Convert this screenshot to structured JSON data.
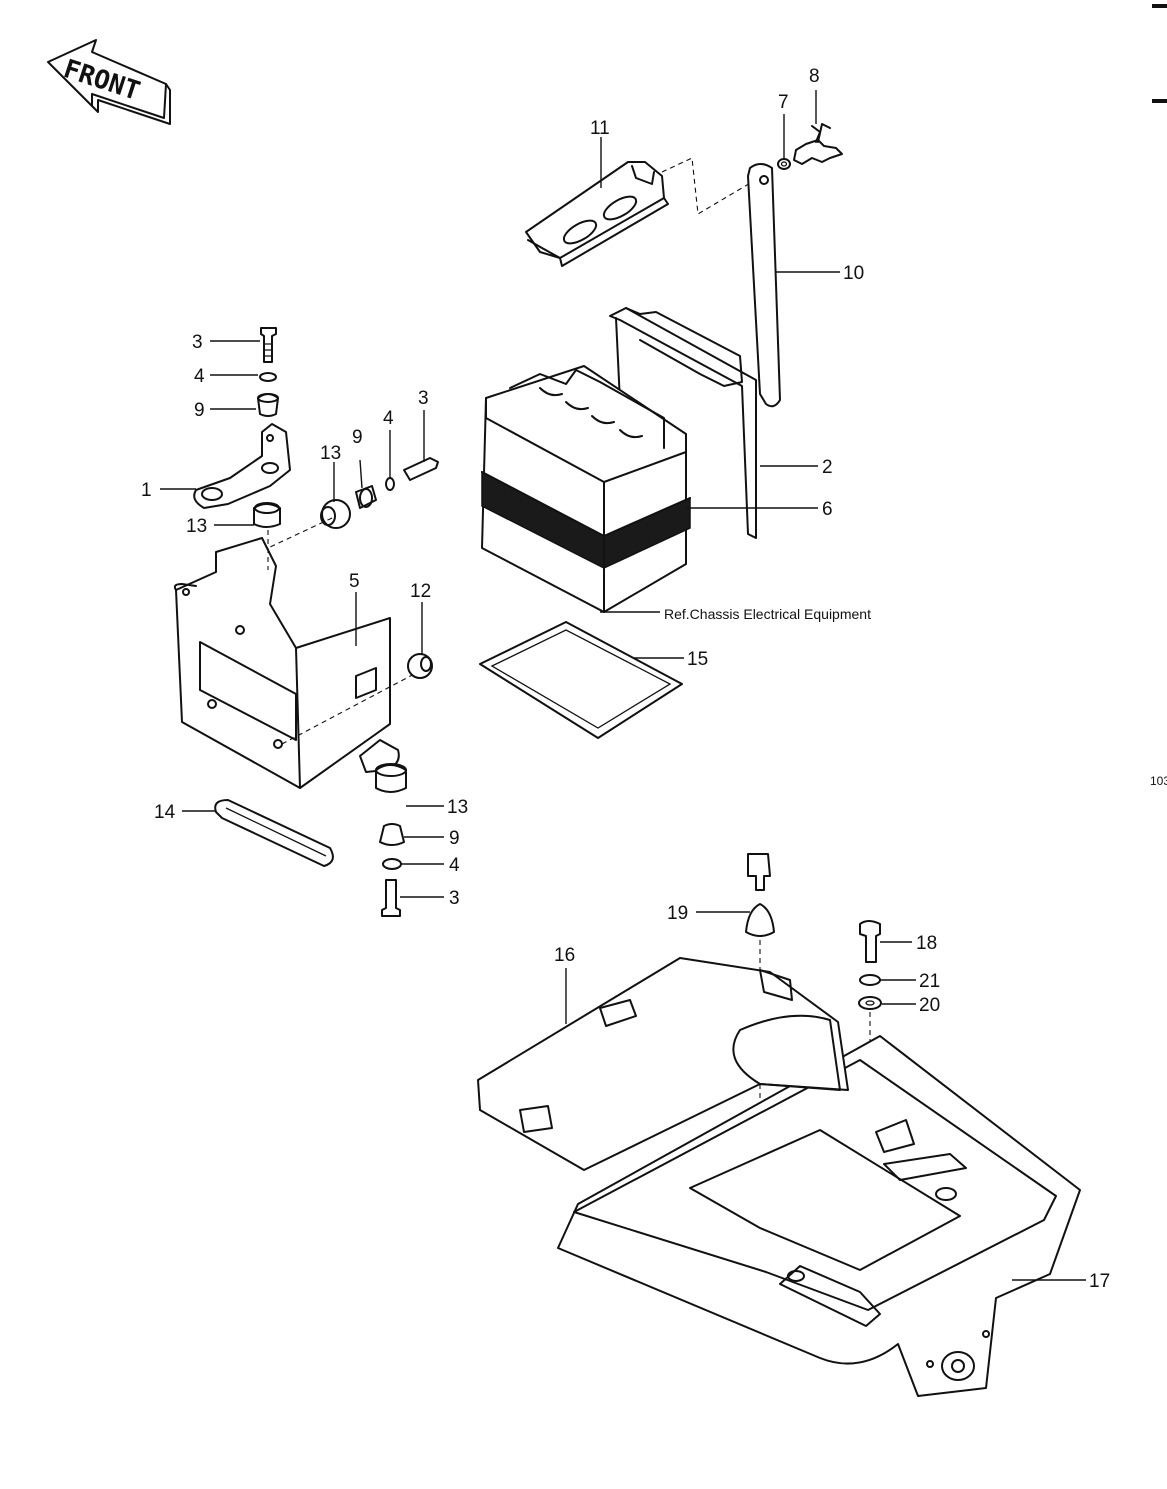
{
  "front_label": "FRONT",
  "page_code": "103",
  "reference_note": "Ref.Chassis Electrical Equipment",
  "callouts": {
    "c1": "1",
    "c2": "2",
    "c3a": "3",
    "c3b": "3",
    "c3c": "3",
    "c4a": "4",
    "c4b": "4",
    "c4c": "4",
    "c5": "5",
    "c6": "6",
    "c7": "7",
    "c8": "8",
    "c9a": "9",
    "c9b": "9",
    "c9c": "9",
    "c10": "10",
    "c11": "11",
    "c12": "12",
    "c13a": "13",
    "c13b": "13",
    "c13c": "13",
    "c14": "14",
    "c15": "15",
    "c16": "16",
    "c17": "17",
    "c18": "18",
    "c19": "19",
    "c20": "20",
    "c21": "21"
  }
}
